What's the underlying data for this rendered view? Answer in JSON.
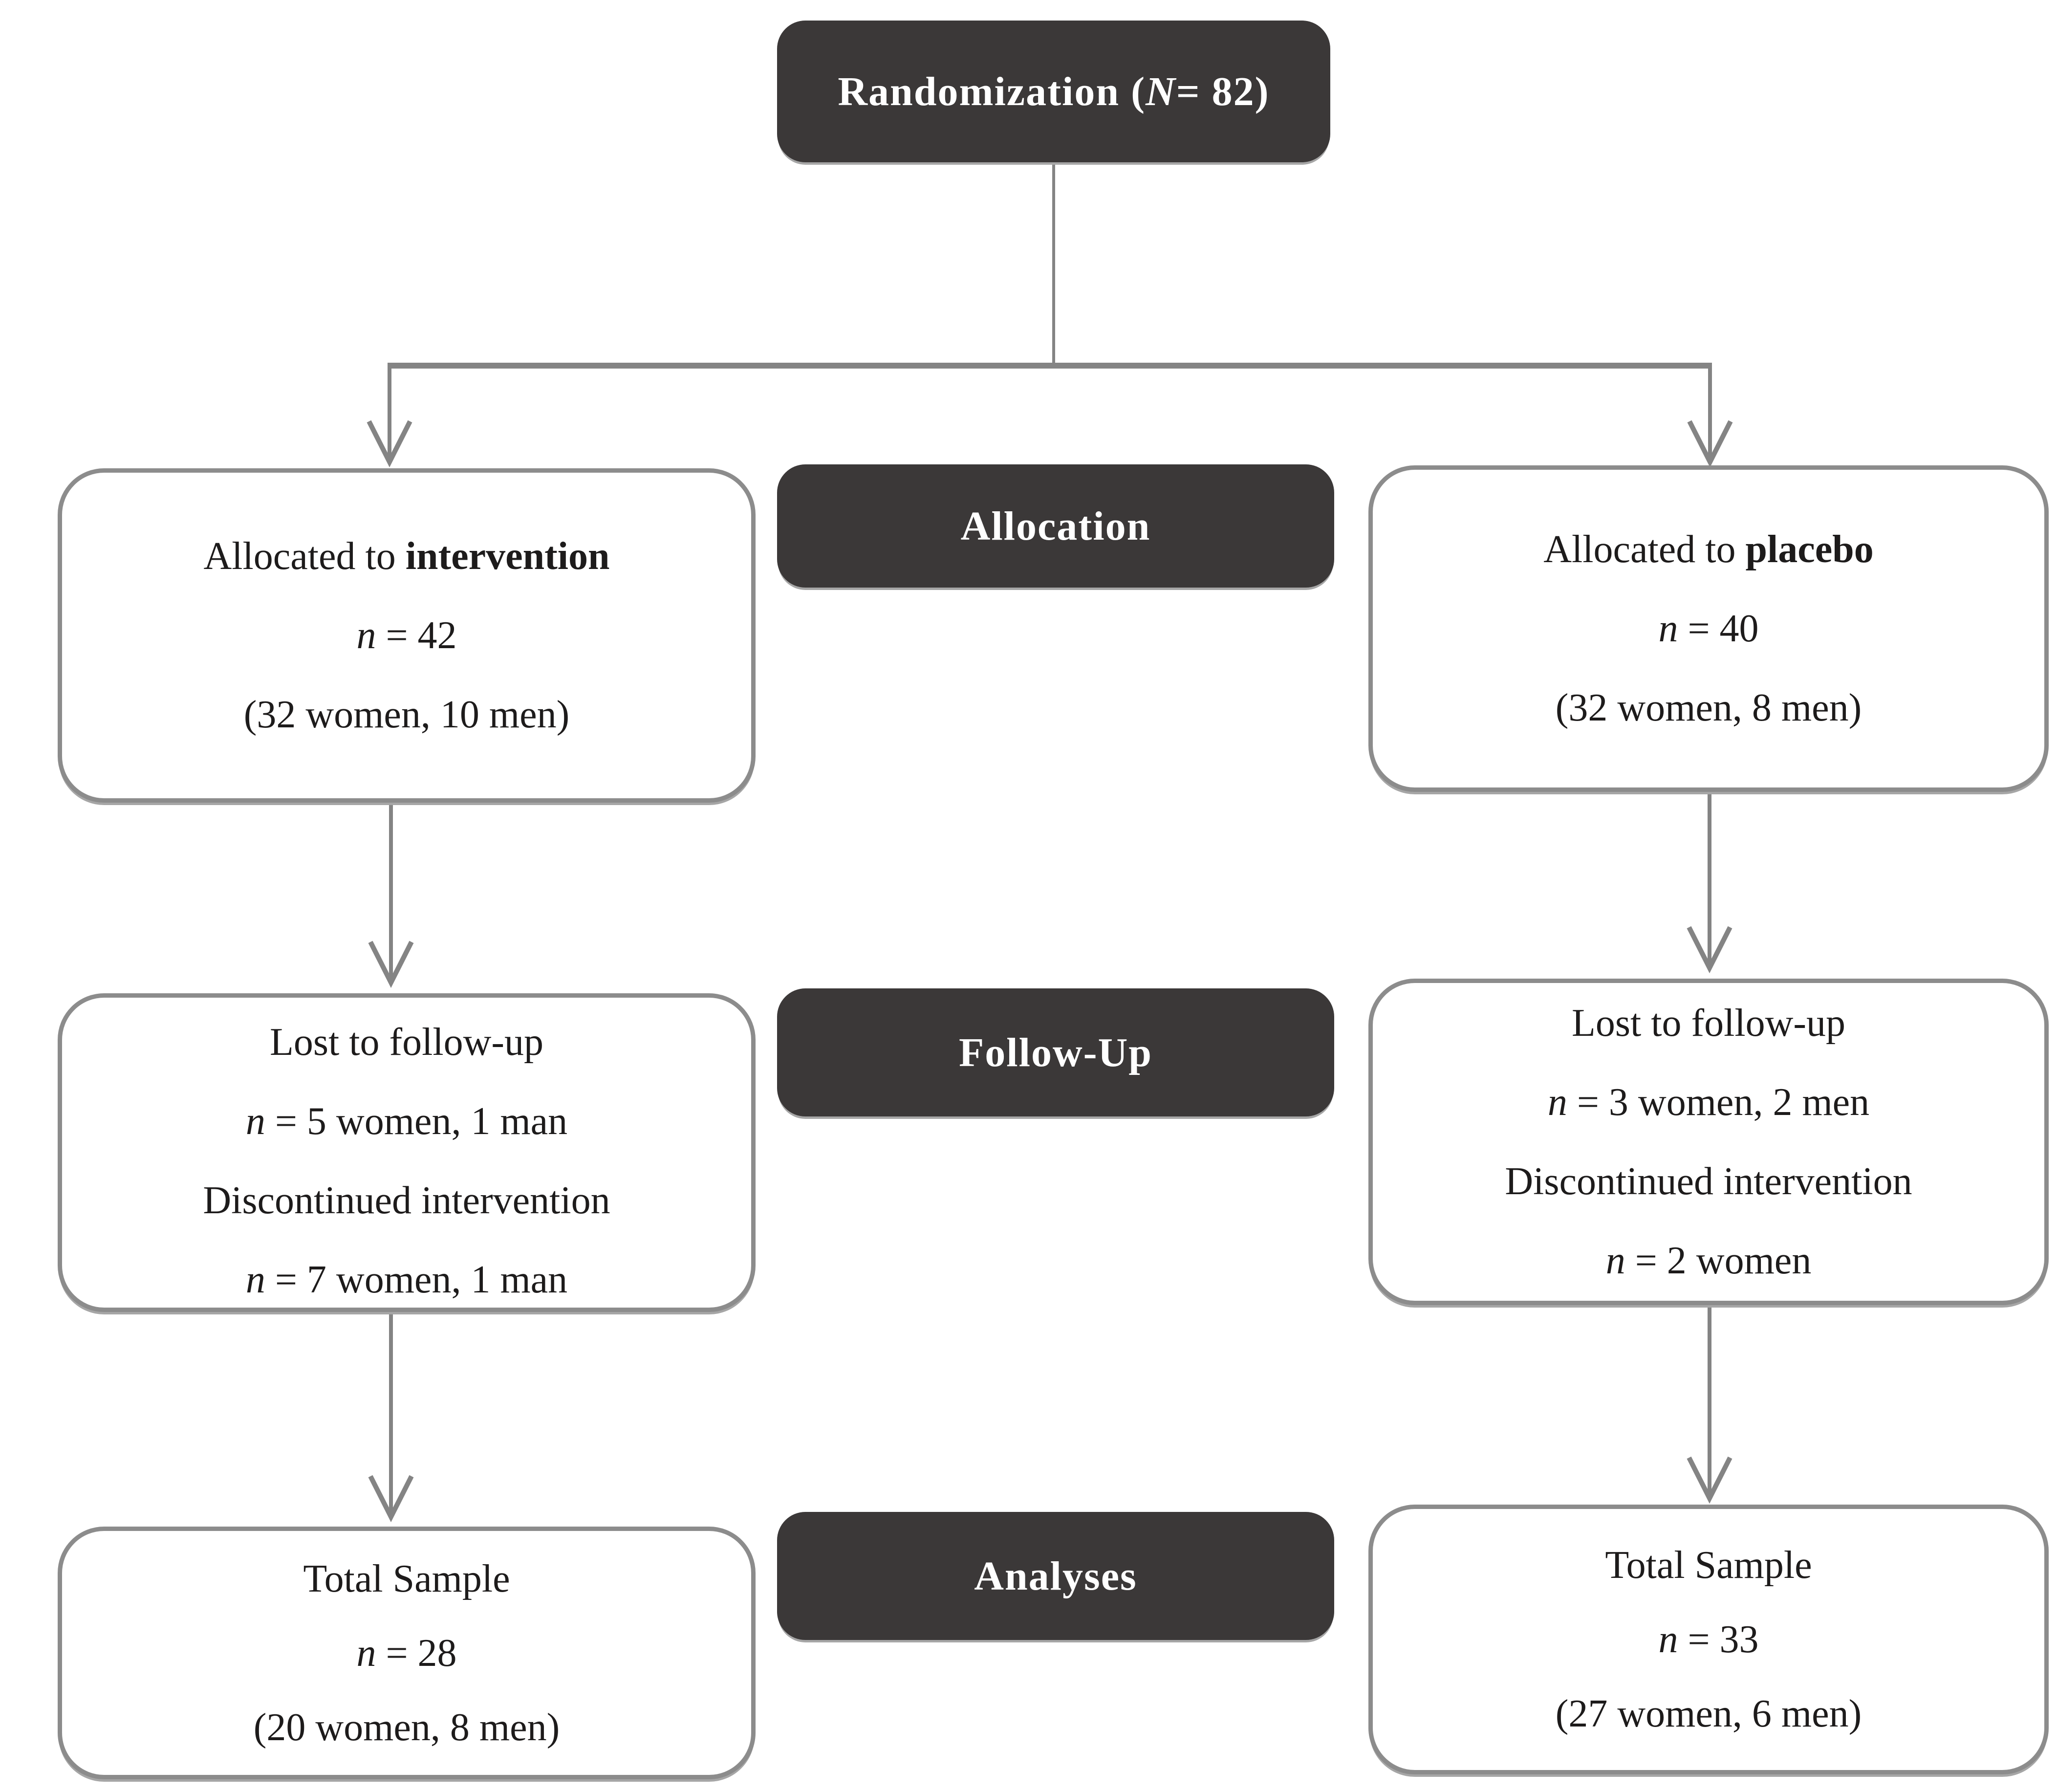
{
  "colors": {
    "dark_box": "#3b3838",
    "dark_box_text": "#ffffff",
    "box_border": "#8c8c8c",
    "connector": "#848484",
    "text": "#1d1b1b"
  },
  "title_box": {
    "pre": "Randomization (",
    "n": "N",
    "post": "= 82)"
  },
  "stages": {
    "allocation": "Allocation",
    "followup": "Follow-Up",
    "analyses": "Analyses"
  },
  "arms": {
    "intervention": {
      "allocation": {
        "pre": "Allocated to ",
        "arm": "intervention",
        "n": "n",
        "n_rest": " = 42",
        "breakdown": "(32 women, 10 men)"
      },
      "followup": {
        "lost": "Lost to follow-up",
        "lost_n": "n",
        "lost_rest": " = 5 women, 1 man",
        "disc": "Discontinued intervention",
        "disc_n": "n",
        "disc_rest": " = 7 women, 1 man"
      },
      "analyses": {
        "title": "Total Sample",
        "n": "n",
        "n_rest": " = 28",
        "breakdown": "(20 women, 8 men)"
      }
    },
    "placebo": {
      "allocation": {
        "pre": "Allocated to ",
        "arm": "placebo",
        "n": "n",
        "n_rest": " = 40",
        "breakdown": "(32 women, 8 men)"
      },
      "followup": {
        "lost": "Lost to follow-up",
        "lost_n": "n",
        "lost_rest": " = 3 women, 2 men",
        "disc": "Discontinued intervention",
        "disc_n": "n",
        "disc_rest": " = 2 women"
      },
      "analyses": {
        "title": "Total Sample",
        "n": "n",
        "n_rest": " = 33",
        "breakdown": "(27 women, 6 men)"
      }
    }
  }
}
